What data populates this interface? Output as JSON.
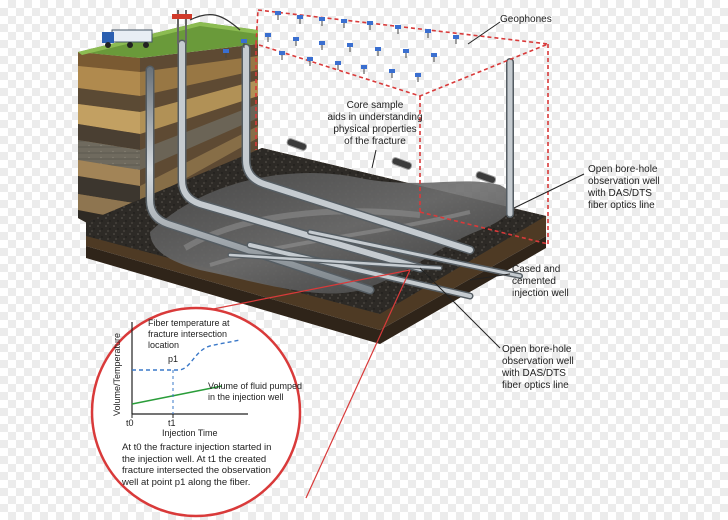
{
  "labels": {
    "geophones": "Geophones",
    "core_sample": "Core sample\naids in understanding\nphysical properties\nof the fracture",
    "open_bore_top": "Open bore-hole\nobservation well\nwith DAS/DTS\nfiber optics line",
    "cased_well": "Cased and\ncemented\ninjection well",
    "open_bore_bottom": "Open bore-hole\nobservation well\nwith DAS/DTS\nfiber optics line"
  },
  "inset": {
    "fiber_temp": "Fiber temperature at\nfracture intersection\nlocation",
    "p1": "p1",
    "y_axis": "Volume/Temperature",
    "volume_label": "Volume of fluid pumped\nin the injection well",
    "t0": "t0",
    "t1": "t1",
    "x_axis": "Injection Time",
    "note": "At t0 the fracture injection started in\nthe injection well. At t1 the created\nfracture intersected the observation\nwell at point p1 along the fiber."
  },
  "colors": {
    "red_dashed": "#d93a3a",
    "grass": "#6a9a3a",
    "pipe": "#9aa3aa",
    "geophone_blue": "#3a6fd0",
    "green_line": "#2a9d3a",
    "blue_dashed": "#3a78c8"
  },
  "icons": [
    "geophone-icon",
    "truck-icon",
    "wellhead-icon",
    "core-sample-icon"
  ]
}
